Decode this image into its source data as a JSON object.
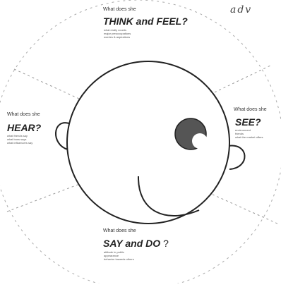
{
  "handwriting": "adv",
  "sections": {
    "think": {
      "question": "What does she",
      "title": "THINK and FEEL?",
      "notes": [
        "what really counts",
        "major preoccupations",
        "worries & aspirations"
      ]
    },
    "hear": {
      "question": "What does she",
      "title": "HEAR?",
      "notes": [
        "what friends say",
        "what boss says",
        "what influencers say"
      ]
    },
    "see": {
      "question": "What does she",
      "title": "SEE?",
      "notes": [
        "environment",
        "friends",
        "what the market offers"
      ]
    },
    "say": {
      "question": "What does she",
      "title": "SAY and DO",
      "title_suffix": "?",
      "notes": [
        "attitude in public",
        "appearance",
        "behavior towards others"
      ]
    }
  },
  "colors": {
    "ink": "#222222",
    "eye_fill": "#555555",
    "eye_highlight": "#ffffff"
  }
}
